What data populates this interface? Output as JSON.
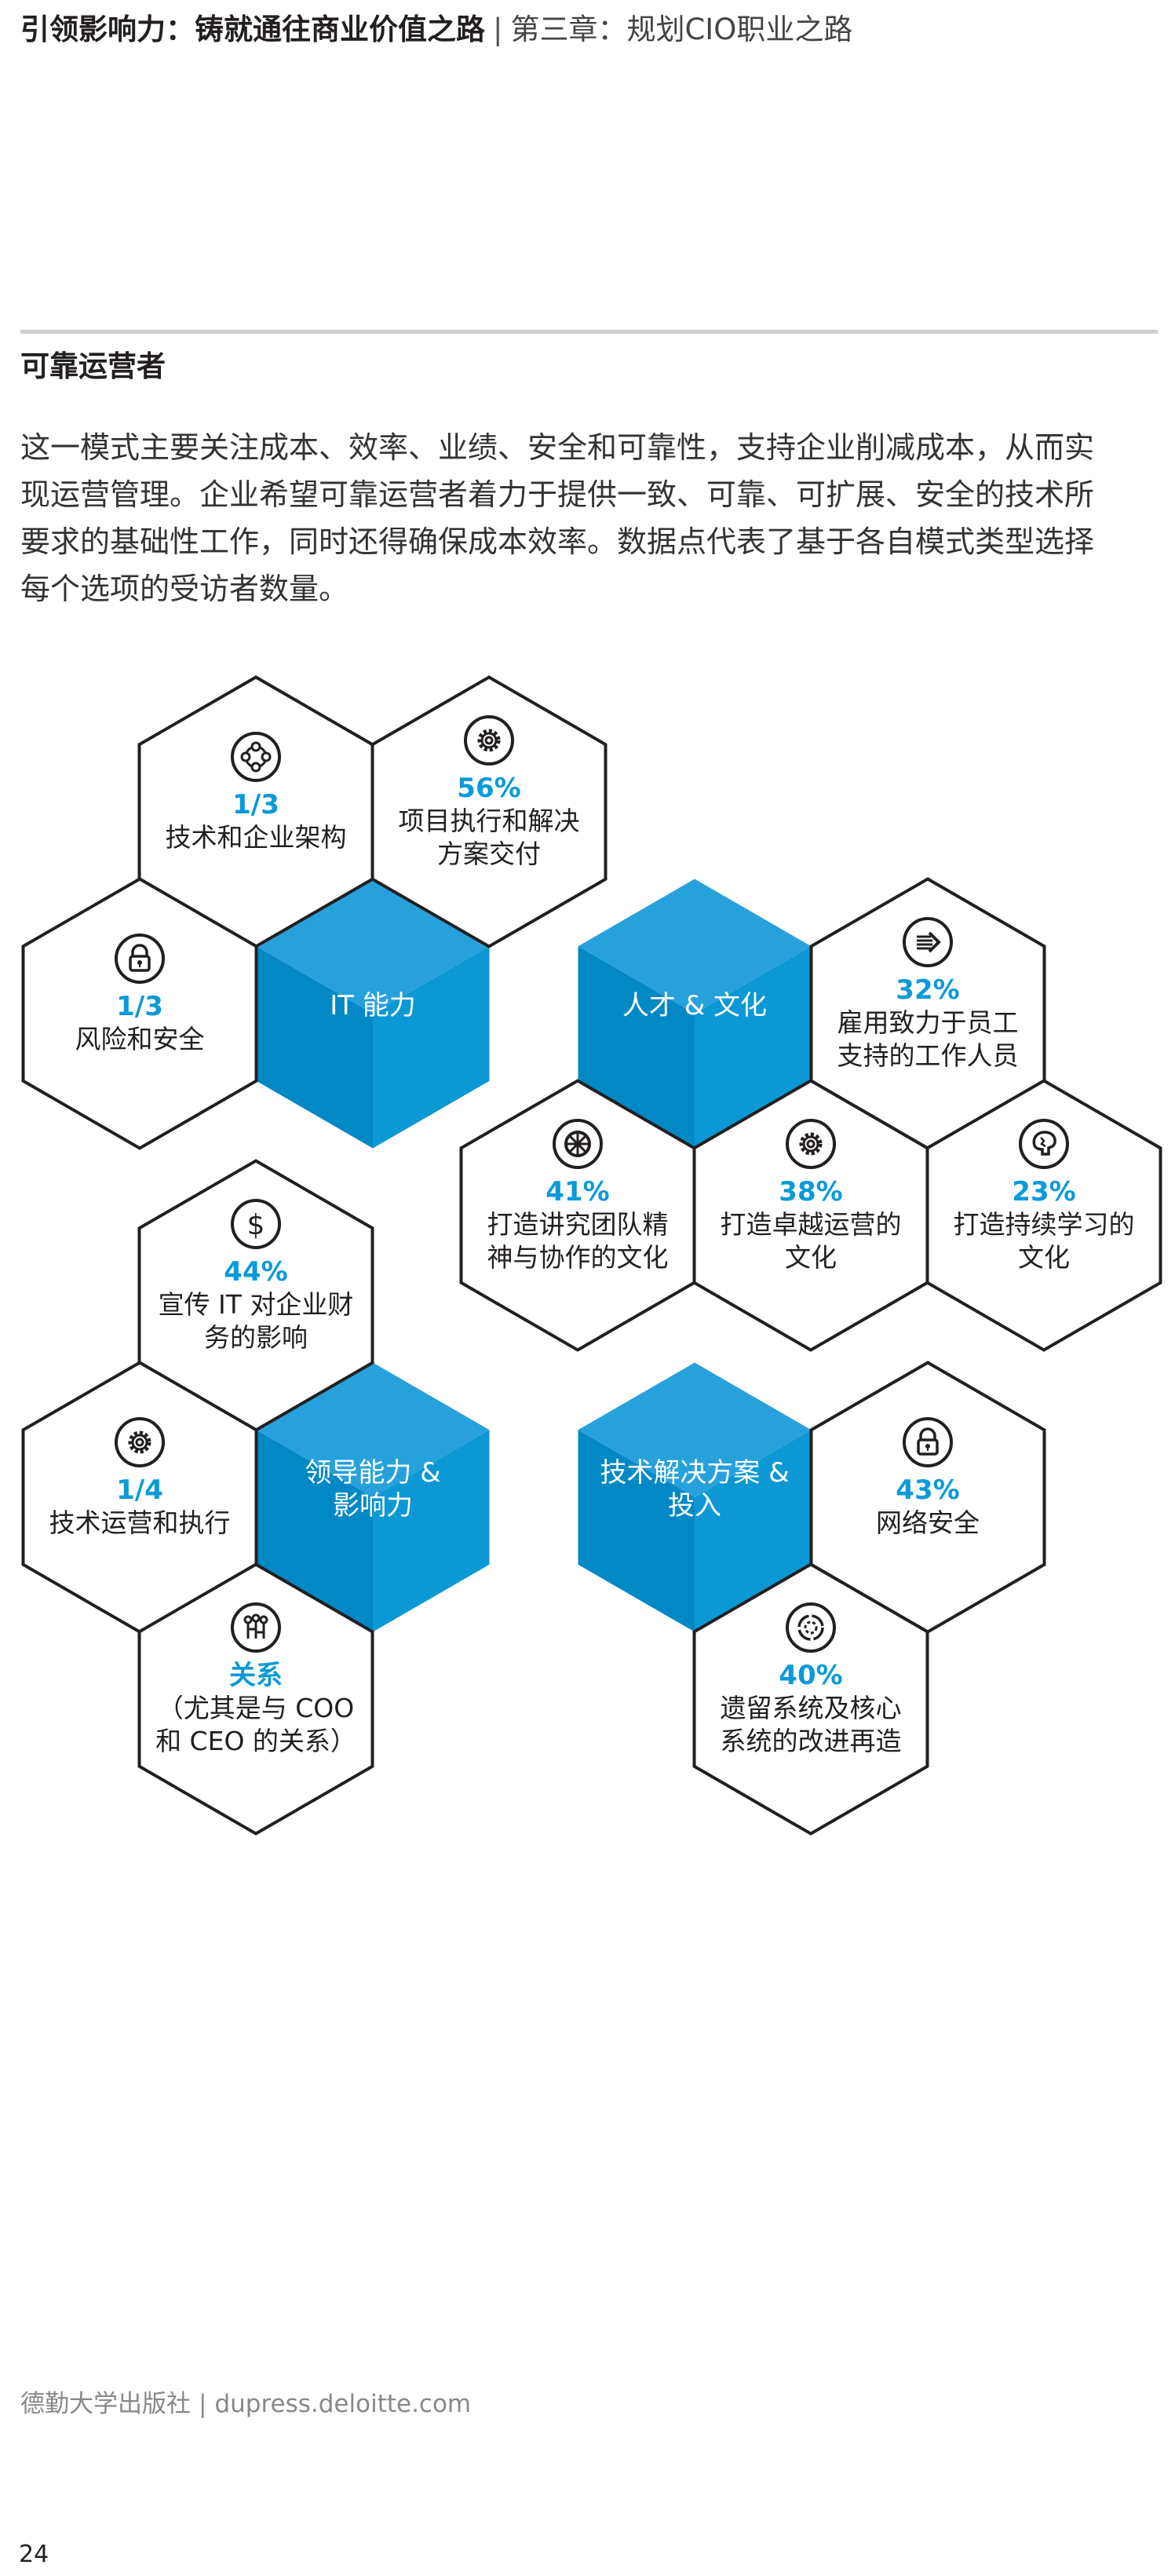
{
  "header": {
    "title": "引领影响力：铸就通往商业价值之路",
    "separator": "|",
    "chapter": "第三章：规划CIO职业之路"
  },
  "section_title": "可靠运营者",
  "body_lines": [
    "这一模式主要关注成本、效率、业绩、安全和可靠性，支持企业削减成本，从而实",
    "现运营管理。企业希望可靠运营者着力于提供一致、可靠、可扩展、安全的技术所",
    "要求的基础性工作，同时还得确保成本效率。数据点代表了基于各自模式类型选择",
    "每个选项的受访者数量。"
  ],
  "colors": {
    "accent": "#0a9ad9",
    "cube_top": "#27a1dc",
    "cube_left": "#0388c6",
    "cube_right": "#0b98d5",
    "outline": "#231f20"
  },
  "clusters": [
    {
      "label_lines": [
        "IT 能力"
      ],
      "items": [
        {
          "icon": "crosshair-icon",
          "value": "1/3",
          "label_lines": [
            "技术和企业架构"
          ]
        },
        {
          "icon": "gear-icon",
          "value": "56%",
          "label_lines": [
            "项目执行和解决",
            "方案交付"
          ]
        },
        {
          "icon": "lock-icon",
          "value": "1/3",
          "label_lines": [
            "风险和安全"
          ]
        }
      ]
    },
    {
      "label_lines": [
        "人才 & 文化"
      ],
      "items": [
        {
          "icon": "arrow-right-icon",
          "value": "32%",
          "label_lines": [
            "雇用致力于员工",
            "支持的工作人员"
          ]
        },
        {
          "icon": "wheel-icon",
          "value": "41%",
          "label_lines": [
            "打造讲究团队精",
            "神与协作的文化"
          ]
        },
        {
          "icon": "gear-icon",
          "value": "38%",
          "label_lines": [
            "打造卓越运营的",
            "文化"
          ]
        },
        {
          "icon": "brain-icon",
          "value": "23%",
          "label_lines": [
            "打造持续学习的",
            "文化"
          ]
        }
      ]
    },
    {
      "label_lines": [
        "领导能力 &",
        "影响力"
      ],
      "items": [
        {
          "icon": "dollar-icon",
          "value": "44%",
          "label_lines": [
            "宣传 IT 对企业财",
            "务的影响"
          ]
        },
        {
          "icon": "gear-icon",
          "value": "1/4",
          "label_lines": [
            "技术运营和执行"
          ]
        },
        {
          "icon": "network-icon",
          "value": "关系",
          "label_lines": [
            "（尤其是与 COO",
            "和 CEO 的关系）"
          ]
        }
      ]
    },
    {
      "label_lines": [
        "技术解决方案 &",
        "投入"
      ],
      "items": [
        {
          "icon": "lock-icon",
          "value": "43%",
          "label_lines": [
            "网络安全"
          ]
        },
        {
          "icon": "cycle-icon",
          "value": "40%",
          "label_lines": [
            "遗留系统及核心",
            "系统的改进再造"
          ]
        }
      ]
    }
  ],
  "footer": {
    "publisher": "德勤大学出版社",
    "separator": "|",
    "url": "dupress.deloitte.com"
  },
  "page_number": "24"
}
